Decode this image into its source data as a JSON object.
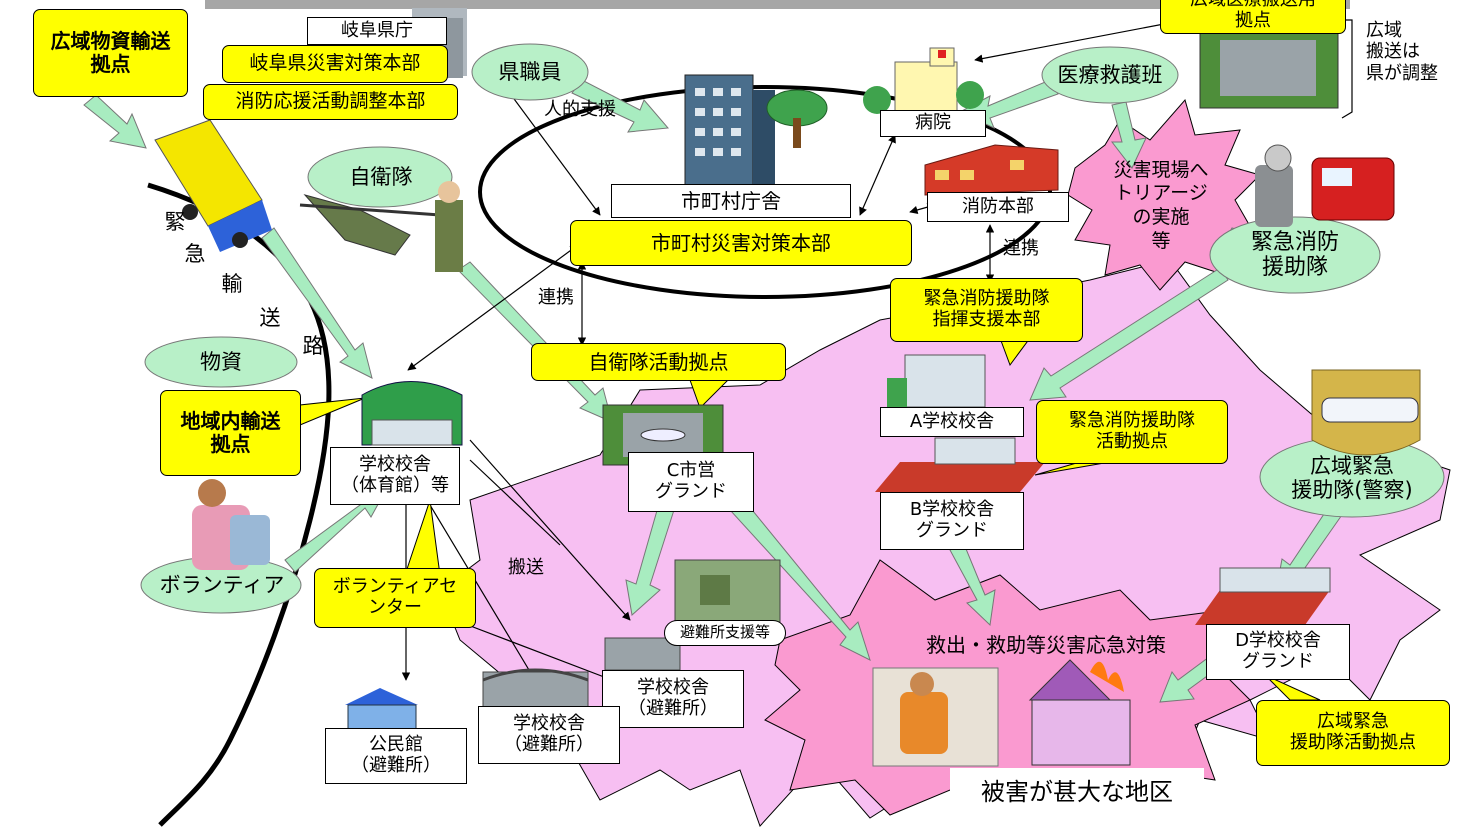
{
  "labels": {
    "broad_supply_base": "広域物資輸送\n拠点",
    "gifu_office": "岐阜県庁",
    "gifu_hq": "岐阜県災害対策本部",
    "fire_coord_hq": "消防応援活動調整本部",
    "pref_staff": "県職員",
    "human_support": "人的支援",
    "municipal_office": "市町村庁舎",
    "municipal_hq": "市町村災害対策本部",
    "hospital": "病院",
    "medical_team": "医療救護班",
    "broad_medical_base": "広域医療搬送用\n拠点",
    "broad_note": "広域\n搬送は\n県が調整",
    "fire_hq": "消防本部",
    "cooperation_1": "連携",
    "cooperation_2": "連携",
    "triage": "災害現場へ\nトリアージ\nの実施\n等",
    "emergency_fire_team": "緊急消防\n援助隊",
    "sdf": "自衛隊",
    "emergency_road": "緊\n急\n輸\n送\n路",
    "supplies": "物資",
    "local_transport_base": "地域内輸送\n拠点",
    "school_gym": "学校校舎\n（体育館）等",
    "volunteer": "ボランティア",
    "volunteer_center": "ボランティアセ\nンター",
    "transport": "搬送",
    "sdf_base": "自衛隊活動拠点",
    "c_ground": "C市営\nグランド",
    "fire_command": "緊急消防援助隊\n指揮支援本部",
    "school_a": "A学校校舎",
    "fire_base": "緊急消防援助隊\n活動拠点",
    "school_b": "B学校校舎\nグランド",
    "police_team": "広域緊急\n援助隊(警察)",
    "shelter_support": "避難所支援等",
    "shelter_school_1": "学校校舎\n（避難所）",
    "shelter_school_2": "学校校舎\n（避難所）",
    "community_hall": "公民館\n（避難所）",
    "rescue_measures": "救出・救助等災害応急対策",
    "school_d": "D学校校舎\nグランド",
    "police_base": "広域緊急\n援助隊活動拠点",
    "severe_area": "被害が甚大な地区"
  },
  "colors": {
    "callout_yellow": "#ffff00",
    "oval_green": "#b8f0c8",
    "arrow_green": "#a8ecc0",
    "disaster_pink": "#f7bff2",
    "burst_pink": "#fa9ad0"
  }
}
